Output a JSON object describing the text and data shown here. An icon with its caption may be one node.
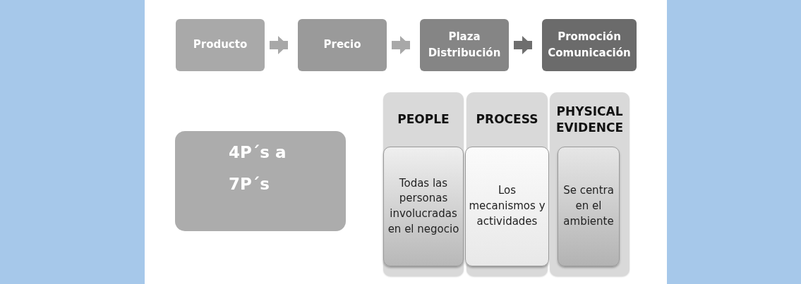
{
  "diagram": {
    "nodes": [
      {
        "text": [
          "Producto"
        ]
      },
      {
        "text": [
          "Precio"
        ]
      },
      {
        "text": [
          "Plaza Distribución"
        ]
      },
      {
        "text": [
          "Promoción Comunicación"
        ]
      },
      {
        "text": [
          "4P´s a 7P´s"
        ]
      },
      {
        "text": [
          "PEOPLE"
        ]
      },
      {
        "text": [
          "Todas las personas involucradas en el negocio"
        ],
        "in": 5
      },
      {
        "text": [
          "PROCESS"
        ]
      },
      {
        "text": [
          "Los mecanismos y actividades"
        ],
        "in": 7
      },
      {
        "text": [
          "PHYSICAL EVIDENCE"
        ]
      },
      {
        "text": [
          "Se centra en el ambiente"
        ],
        "in": 9
      }
    ],
    "edges": [
      {
        "from": 0,
        "to": 1,
        "arrow": "to"
      },
      {
        "from": 1,
        "to": 2,
        "arrow": "to"
      },
      {
        "from": 2,
        "to": 3,
        "arrow": "to",
        "color": "#6e6e6e"
      }
    ]
  }
}
